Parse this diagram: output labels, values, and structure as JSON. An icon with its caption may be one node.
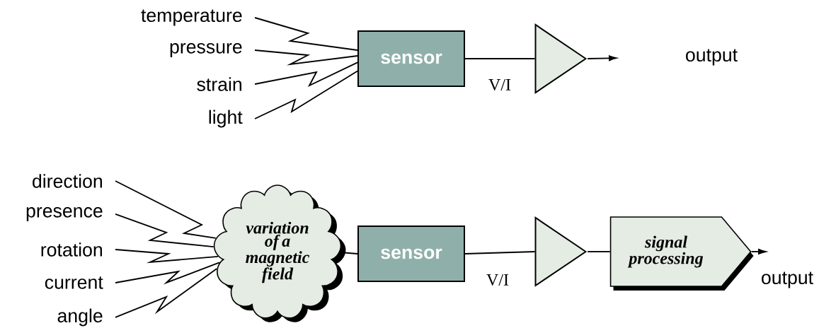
{
  "diagram": {
    "nodes": [
      {
        "text": [
          "temperature"
        ]
      },
      {
        "text": [
          "pressure"
        ]
      },
      {
        "text": [
          "strain"
        ]
      },
      {
        "text": [
          "light"
        ]
      },
      {
        "text": [
          "sensor"
        ]
      },
      {
        "text": [],
        "shape": "triangle"
      },
      {
        "text": [
          "direction"
        ]
      },
      {
        "text": [
          "presence"
        ]
      },
      {
        "text": [
          "rotation"
        ]
      },
      {
        "text": [
          "current"
        ]
      },
      {
        "text": [
          "angle"
        ]
      },
      {
        "text": [
          "variation of a magnetic field"
        ]
      },
      {
        "text": [
          "sensor"
        ]
      },
      {
        "text": [],
        "shape": "triangle"
      },
      {
        "text": [
          "signal processing"
        ]
      }
    ],
    "edges": [
      {
        "from": 0,
        "to": 4,
        "arrow": "none"
      },
      {
        "from": 1,
        "to": 4,
        "arrow": "none"
      },
      {
        "from": 2,
        "to": 4,
        "arrow": "none"
      },
      {
        "from": 3,
        "to": 4,
        "arrow": "none"
      },
      {
        "from": 4,
        "to": 5,
        "arrow": "none",
        "label": "V/I"
      },
      {
        "from": 5,
        "to": null,
        "arrow": "to"
      },
      {
        "from": 6,
        "to": 11,
        "arrow": "none"
      },
      {
        "from": 7,
        "to": 11,
        "arrow": "none"
      },
      {
        "from": 8,
        "to": 11,
        "arrow": "none"
      },
      {
        "from": 9,
        "to": 11,
        "arrow": "none"
      },
      {
        "from": 10,
        "to": 11,
        "arrow": "none"
      },
      {
        "from": 11,
        "to": 12,
        "arrow": "none"
      },
      {
        "from": 12,
        "to": 13,
        "arrow": "none",
        "label": "V/I"
      },
      {
        "from": 13,
        "to": 14,
        "arrow": "none"
      },
      {
        "from": 14,
        "to": null,
        "arrow": "to"
      }
    ],
    "labels": [
      "output",
      "output"
    ]
  }
}
